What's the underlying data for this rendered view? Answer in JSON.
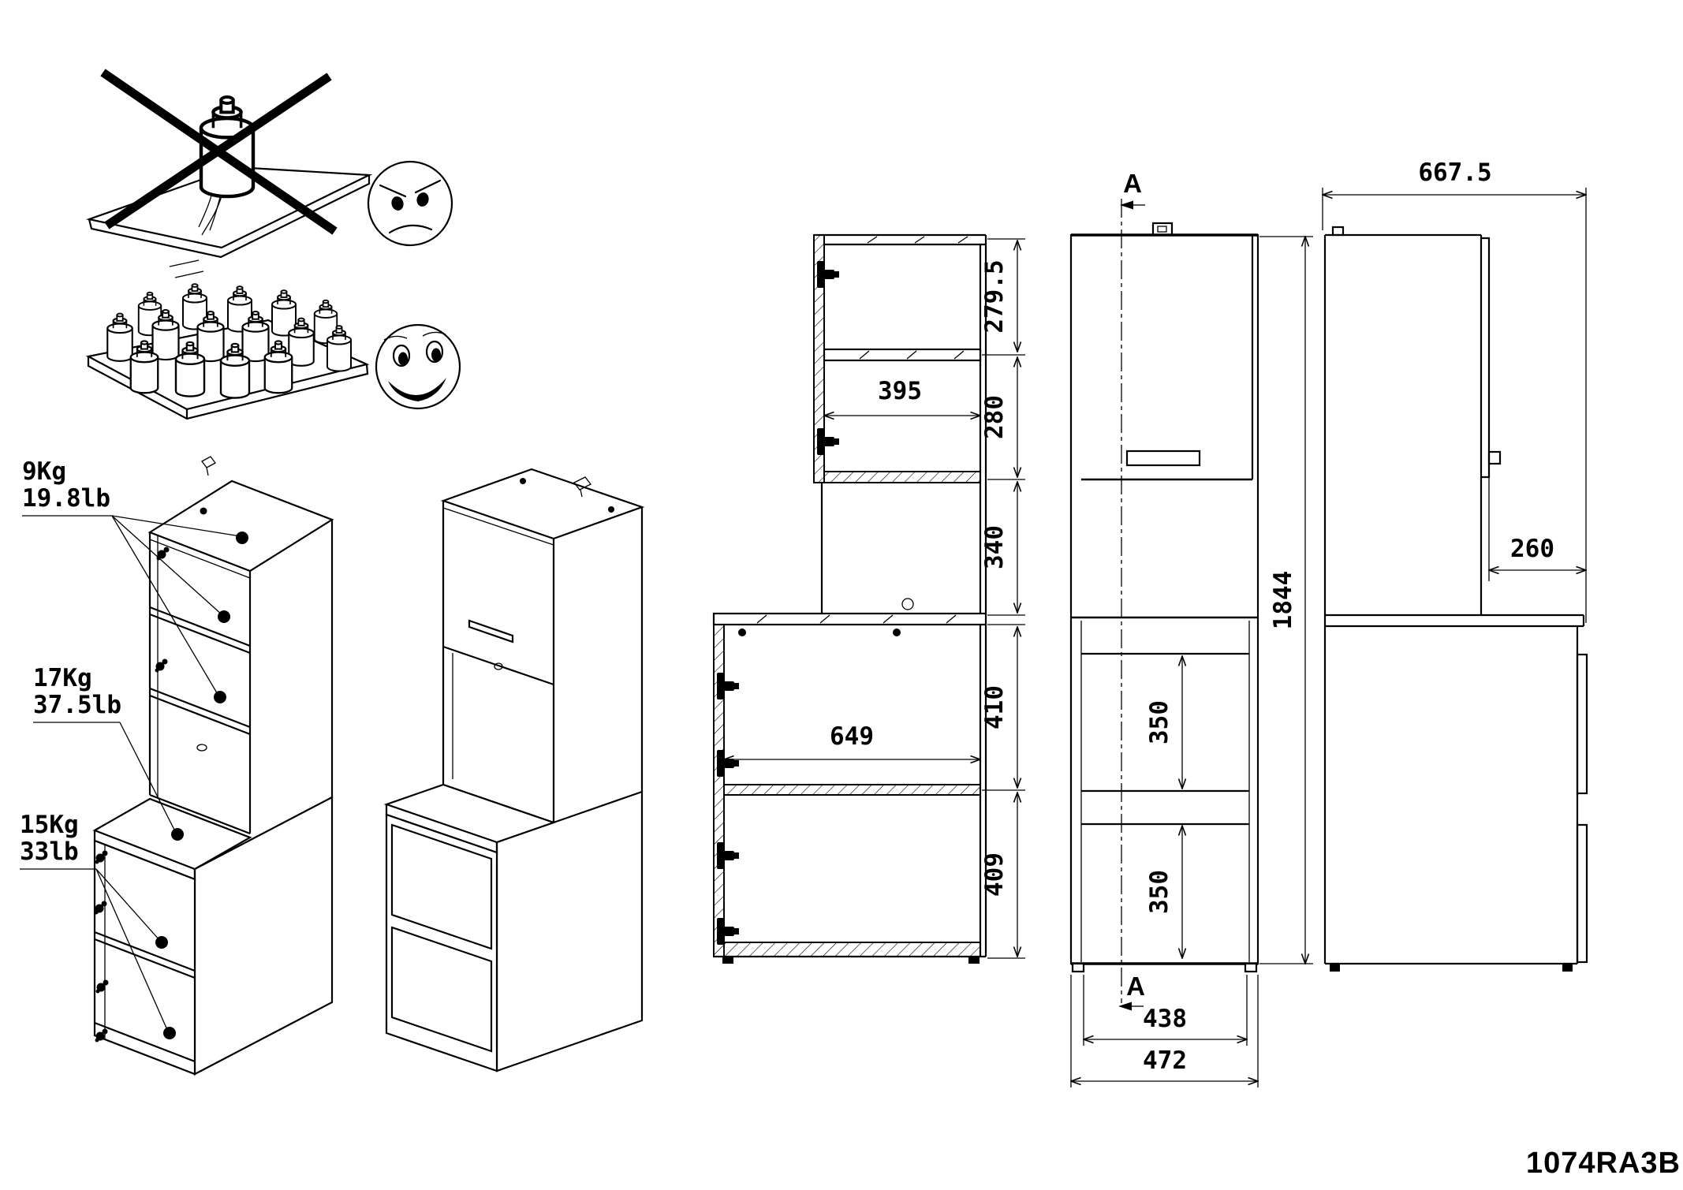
{
  "sheet": {
    "part_number": "1074RA3B",
    "background": "#ffffff",
    "line_color": "#000000"
  },
  "load_labels": {
    "shelf_top": {
      "kg": "9Kg",
      "lb": "19.8lb"
    },
    "worktop": {
      "kg": "17Kg",
      "lb": "37.5lb"
    },
    "base_shelves": {
      "kg": "15Kg",
      "lb": "33lb"
    }
  },
  "section_view": {
    "upper_compartment1_height": "279.5",
    "upper_compartment2_height": "280",
    "open_gap_height": "340",
    "base_compartment1_height": "410",
    "base_compartment2_height": "409",
    "upper_inner_depth": "395",
    "base_inner_depth": "649"
  },
  "front_view": {
    "section_marker": "A",
    "overall_height": "1844",
    "drawer1_height": "350",
    "drawer2_height": "350",
    "inner_width": "438",
    "overall_width": "472"
  },
  "side_view": {
    "overall_depth": "667.5",
    "door_to_front_offset": "260"
  }
}
